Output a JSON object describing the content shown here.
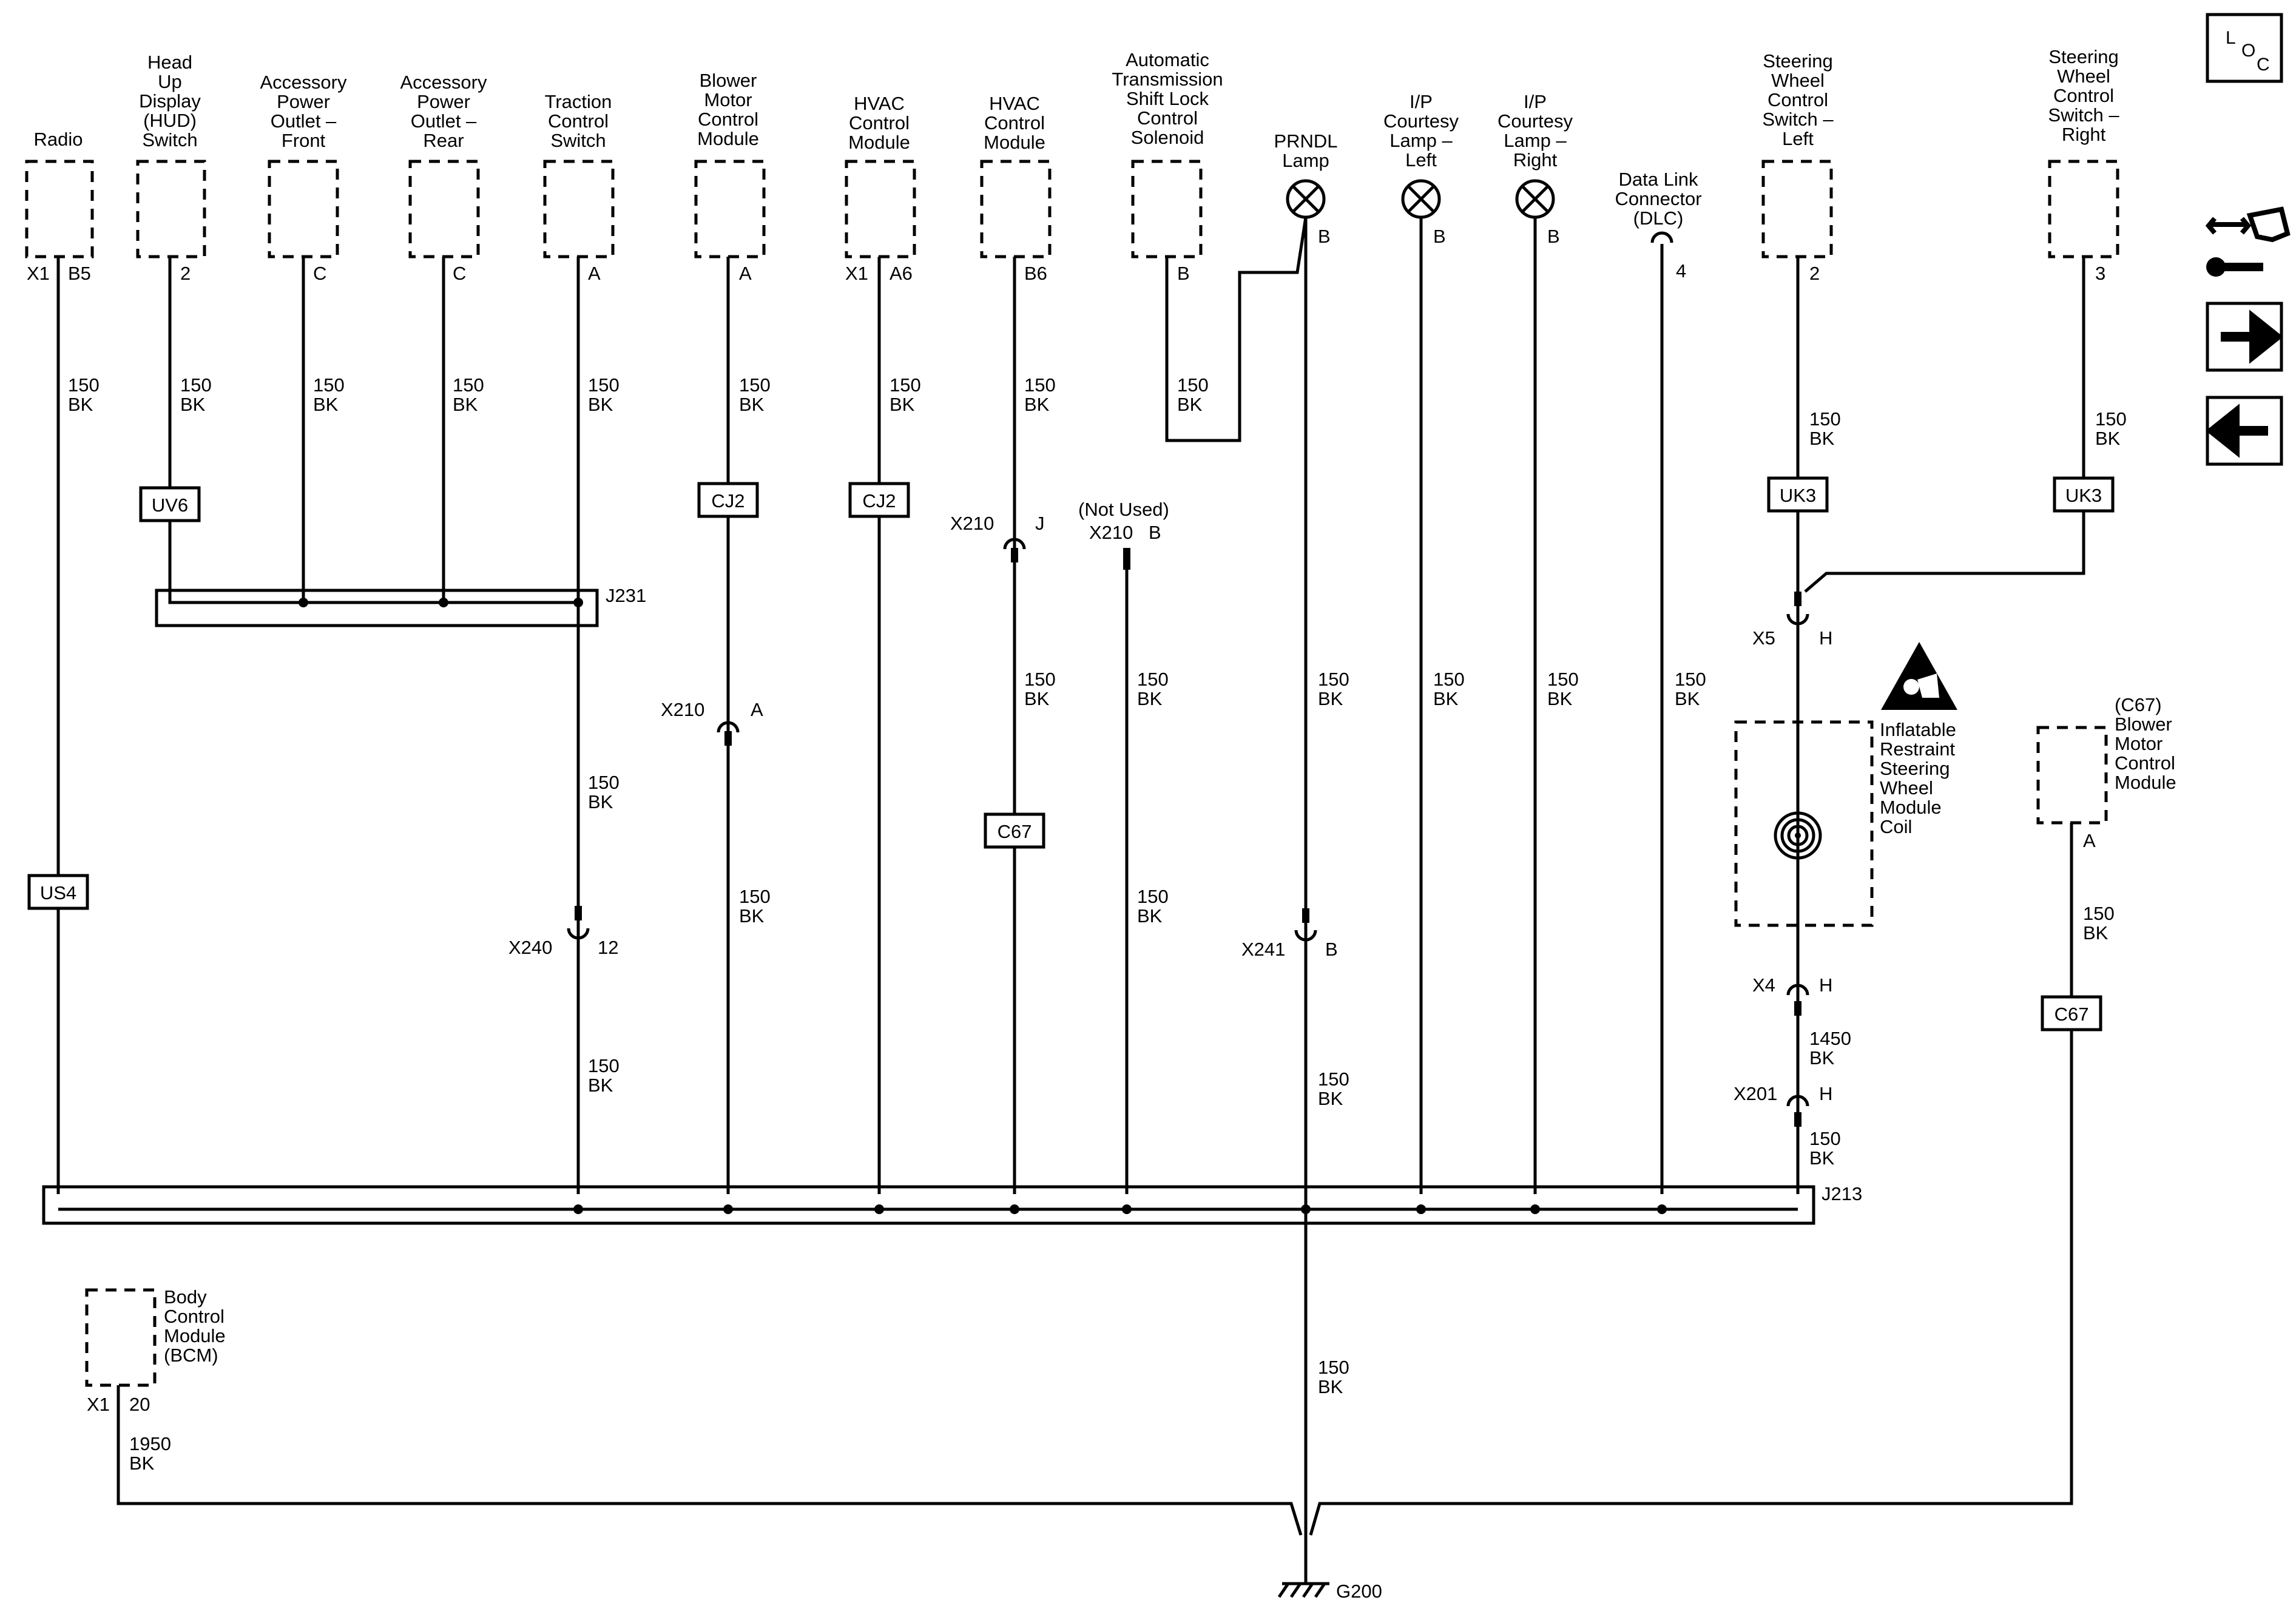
{
  "components": {
    "radio": {
      "lines": [
        "Radio"
      ],
      "pin_conn": "X1",
      "pin": "B5"
    },
    "hud_switch": {
      "lines": [
        "Head",
        "Up",
        "Display",
        "(HUD)",
        "Switch"
      ],
      "pin": "2"
    },
    "apo_front": {
      "lines": [
        "Accessory",
        "Power",
        "Outlet –",
        "Front"
      ],
      "pin": "C"
    },
    "apo_rear": {
      "lines": [
        "Accessory",
        "Power",
        "Outlet –",
        "Rear"
      ],
      "pin": "C"
    },
    "traction": {
      "lines": [
        "Traction",
        "Control",
        "Switch"
      ],
      "pin": "A"
    },
    "blower_top": {
      "lines": [
        "Blower",
        "Motor",
        "Control",
        "Module"
      ],
      "pin": "A"
    },
    "hvac1": {
      "lines": [
        "HVAC",
        "Control",
        "Module"
      ],
      "pin_conn": "X1",
      "pin": "A6"
    },
    "hvac2": {
      "lines": [
        "HVAC",
        "Control",
        "Module"
      ],
      "pin": "B6"
    },
    "ats": {
      "lines": [
        "Automatic",
        "Transmission",
        "Shift Lock",
        "Control",
        "Solenoid"
      ],
      "pin": "B"
    },
    "prndl": {
      "lines": [
        "PRNDL",
        "Lamp"
      ],
      "pin": "B"
    },
    "ip_left": {
      "lines": [
        "I/P",
        "Courtesy",
        "Lamp –",
        "Left"
      ],
      "pin": "B"
    },
    "ip_right": {
      "lines": [
        "I/P",
        "Courtesy",
        "Lamp –",
        "Right"
      ],
      "pin": "B"
    },
    "dlc": {
      "lines": [
        "Data Link",
        "Connector",
        "(DLC)"
      ],
      "pin": "4"
    },
    "sw_left": {
      "lines": [
        "Steering",
        "Wheel",
        "Control",
        "Switch –",
        "Left"
      ],
      "pin": "2"
    },
    "sw_right": {
      "lines": [
        "Steering",
        "Wheel",
        "Control",
        "Switch –",
        "Right"
      ],
      "pin": "3"
    },
    "airbag_coil": {
      "lines": [
        "Inflatable",
        "Restraint",
        "Steering",
        "Wheel",
        "Module",
        "Coil"
      ]
    },
    "blower_c67": {
      "lines": [
        "(C67)",
        "Blower",
        "Motor",
        "Control",
        "Module"
      ],
      "pin": "A"
    },
    "bcm": {
      "lines": [
        "Body",
        "Control",
        "Module",
        "(BCM)"
      ],
      "pin_conn": "X1",
      "pin": "20"
    }
  },
  "wire": {
    "gauge": "150",
    "color": "BK",
    "gauge_1450": "1450",
    "gauge_1950": "1950"
  },
  "options": {
    "uv6": "UV6",
    "cj2": "CJ2",
    "c67": "C67",
    "us4": "US4",
    "uk3": "UK3"
  },
  "connectors": {
    "x210": "X210",
    "x210_j": "J",
    "x210_b": "B",
    "x210_a": "A",
    "not_used": "(Not Used)",
    "x240": "X240",
    "x240_pin": "12",
    "x241": "X241",
    "x241_pin": "B",
    "x5": "X5",
    "x5_pin": "H",
    "x4": "X4",
    "x4_pin": "H",
    "x201": "X201",
    "x201_pin": "H"
  },
  "splices": {
    "j231": "J231",
    "j213": "J213"
  },
  "ground": {
    "label": "G200"
  },
  "loc": {
    "l": "L",
    "o": "O",
    "c": "C"
  },
  "nav": {
    "icons": [
      "connector-wrench-icon",
      "arrow-right-icon",
      "arrow-left-icon"
    ]
  }
}
